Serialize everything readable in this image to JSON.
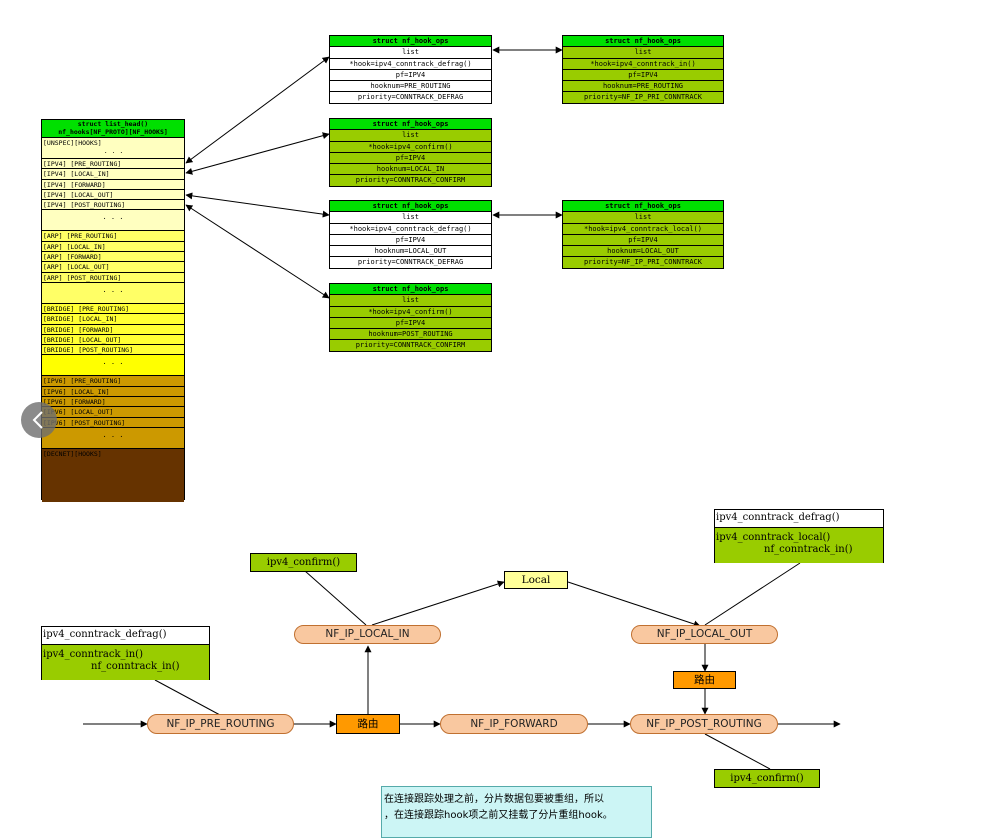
{
  "list_head": {
    "header_line1": "struct list_head()",
    "header_line2": "nf_hooks[NF_PROTO][NF_HOOKS]",
    "unspec": "[UNSPEC][HOOKS]",
    "ellipsis": ". . .",
    "ipv4": [
      "[IPV4] [PRE_ROUTING]",
      "[IPV4] [LOCAL_IN]",
      "[IPV4] [FORWARD]",
      "[IPV4] [LOCAL_OUT]",
      "[IPV4] [POST_ROUTING]"
    ],
    "arp": [
      "[ARP] [PRE_ROUTING]",
      "[ARP] [LOCAL_IN]",
      "[ARP] [FORWARD]",
      "[ARP] [LOCAL_OUT]",
      "[ARP] [POST_ROUTING]"
    ],
    "bridge": [
      "[BRIDGE] [PRE_ROUTING]",
      "[BRIDGE] [LOCAL_IN]",
      "[BRIDGE] [FORWARD]",
      "[BRIDGE] [LOCAL_OUT]",
      "[BRIDGE] [POST_ROUTING]"
    ],
    "ipv6": [
      "[IPV6] [PRE_ROUTING]",
      "[IPV6] [LOCAL_IN]",
      "[IPV6] [FORWARD]",
      "[IPV6] [LOCAL_OUT]",
      "[IPV6] [POST_ROUTING]"
    ],
    "decnet": "[DECNET][HOOKS]"
  },
  "hook_ops": [
    {
      "title": "struct nf_hook_ops",
      "rows": [
        "list",
        "*hook=ipv4_conntrack_defrag()",
        "pf=IPV4",
        "hooknum=PRE_ROUTING",
        "priority=CONNTRACK_DEFRAG"
      ]
    },
    {
      "title": "struct nf_hook_ops",
      "rows": [
        "list",
        "*hook=ipv4_conntrack_in()",
        "pf=IPV4",
        "hooknum=PRE_ROUTING",
        "priority=NF_IP_PRI_CONNTRACK"
      ]
    },
    {
      "title": "struct nf_hook_ops",
      "rows": [
        "list",
        "*hook=ipv4_confirm()",
        "pf=IPV4",
        "hooknum=LOCAL_IN",
        "priority=CONNTRACK_CONFIRM"
      ]
    },
    {
      "title": "struct nf_hook_ops",
      "rows": [
        "list",
        "*hook=ipv4_conntrack_defrag()",
        "pf=IPV4",
        "hooknum=LOCAL_OUT",
        "priority=CONNTRACK_DEFRAG"
      ]
    },
    {
      "title": "struct nf_hook_ops",
      "rows": [
        "list",
        "*hook=ipv4_conntrack_local()",
        "pf=IPV4",
        "hooknum=LOCAL_OUT",
        "priority=NF_IP_PRI_CONNTRACK"
      ]
    },
    {
      "title": "struct nf_hook_ops",
      "rows": [
        "list",
        "*hook=ipv4_confirm()",
        "pf=IPV4",
        "hooknum=POST_ROUTING",
        "priority=CONNTRACK_CONFIRM"
      ]
    }
  ],
  "flow": {
    "pre_routing": "NF_IP_PRE_ROUTING",
    "local_in": "NF_IP_LOCAL_IN",
    "forward": "NF_IP_FORWARD",
    "local_out": "NF_IP_LOCAL_OUT",
    "post_routing": "NF_IP_POST_ROUTING",
    "route1": "路由",
    "route2": "路由",
    "local": "Local",
    "confirm_top": "ipv4_confirm()",
    "confirm_bottom": "ipv4_confirm()",
    "left_label": {
      "top": "ipv4_conntrack_defrag()",
      "line1": "ipv4_conntrack_in()",
      "line2": "nf_conntrack_in()"
    },
    "right_label": {
      "top": "ipv4_conntrack_defrag()",
      "line1": "ipv4_conntrack_local()",
      "line2": "nf_conntrack_in()"
    },
    "note_line1": "在连接跟踪处理之前，分片数据包要被重组，所以",
    "note_line2": "，在连接跟踪hook项之前又挂载了分片重组hook。"
  },
  "colors": {
    "header": "#00e000",
    "green": "#99cc00",
    "yellow_light": "#ffffc0",
    "yellow": "#ffff33",
    "gold": "#cc9900",
    "brown": "#663300",
    "oval": "#f9c8a0",
    "route": "#ff9900",
    "local": "#ffff99",
    "note": "#ccf5f5"
  }
}
